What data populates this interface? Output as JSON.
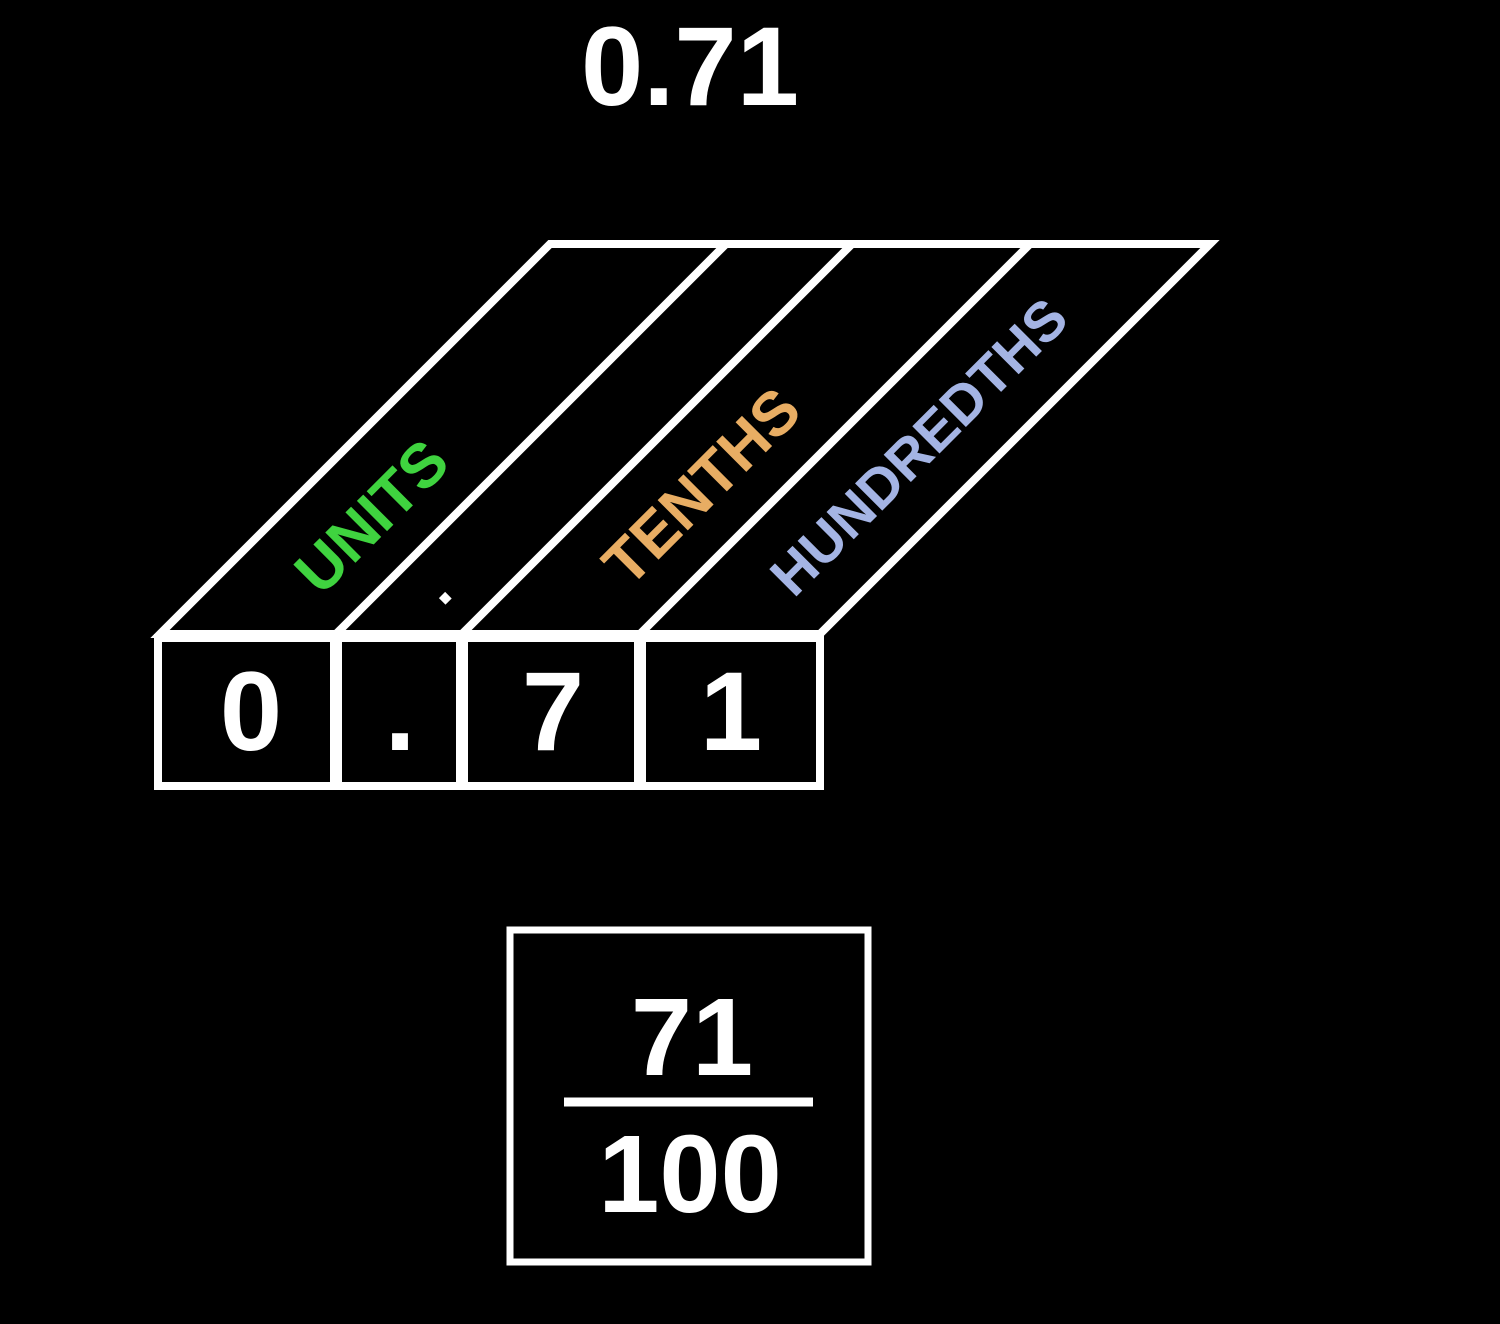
{
  "title": "0.71",
  "place_value": {
    "labels": [
      {
        "text": "UNITS",
        "color": "#3fd33f"
      },
      {
        "text": ".",
        "color": "#ffffff"
      },
      {
        "text": "TENTHS",
        "color": "#e8ad63"
      },
      {
        "text": "HUNDREDTHS",
        "color": "#a4b4e4"
      }
    ],
    "digits": [
      "0",
      ".",
      "7",
      "1"
    ]
  },
  "fraction": {
    "numerator": "71",
    "denominator": "100"
  }
}
